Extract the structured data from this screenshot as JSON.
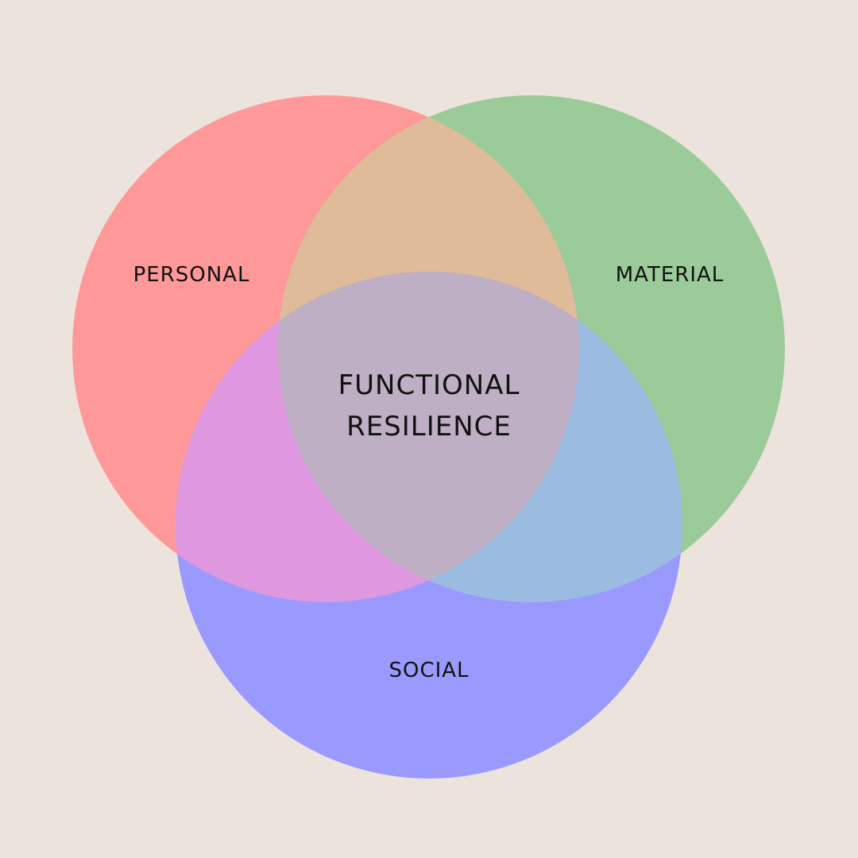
{
  "diagram": {
    "type": "venn",
    "background": "#ede3dd",
    "sets": [
      {
        "id": "personal",
        "label": "PERSONAL",
        "color": "#ff9898"
      },
      {
        "id": "material",
        "label": "MATERIAL",
        "color": "#9bcb99"
      },
      {
        "id": "social",
        "label": "SOCIAL",
        "color": "#9a9afe"
      }
    ],
    "overlap_colors": {
      "personal_material": "#dfbb9a",
      "personal_social": "#df97e0",
      "material_social": "#9bbce0",
      "all": "#bfafc4"
    },
    "center": {
      "line1": "FUNCTIONAL",
      "line2": "RESILIENCE"
    }
  }
}
